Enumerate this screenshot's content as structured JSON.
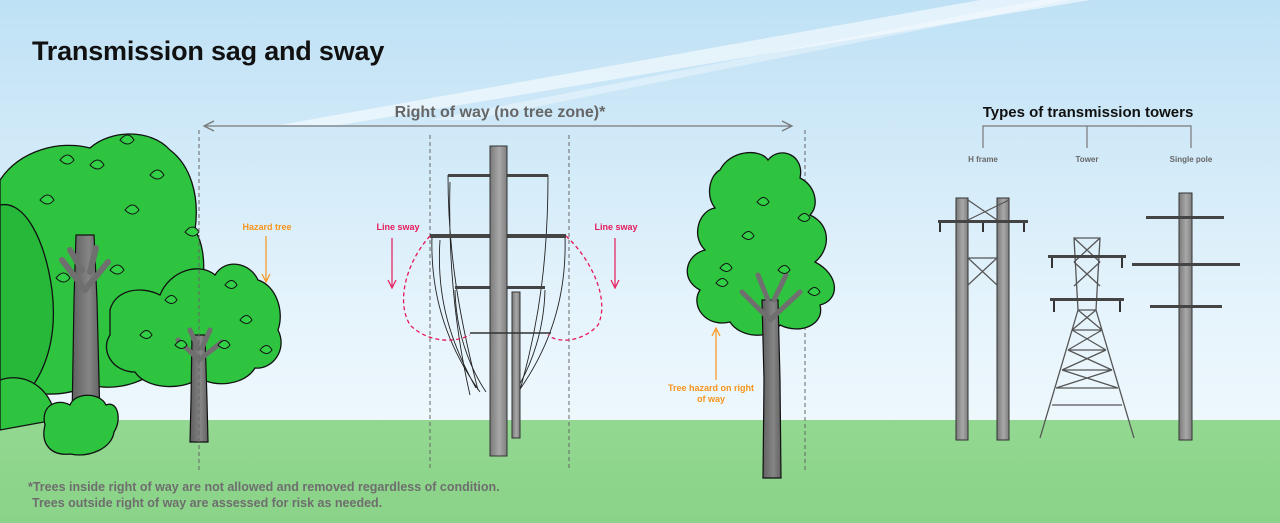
{
  "title": "Transmission sag and sway",
  "row_label": "Right of way (no tree zone)*",
  "labels": {
    "hazard_tree": "Hazard tree",
    "line_sway_left": "Line sway",
    "line_sway_right": "Line sway",
    "tree_hazard_on_row": "Tree hazard on right of way"
  },
  "towers": {
    "title": "Types of transmission towers",
    "types": [
      "H frame",
      "Tower",
      "Single pole"
    ]
  },
  "footnote": {
    "line1": "*Trees inside right of way are not allowed and removed regardless of condition.",
    "line2": "Trees outside right of way are assessed for risk as needed."
  },
  "colors": {
    "sky_top": "#c6e4f6",
    "sky_bottom": "#eaf6fd",
    "grass": "#8fd68e",
    "foliage": "#2ec43f",
    "foliage_dark": "#12a52a",
    "trunk": "#6f6f6f",
    "hazard": "#f7941d",
    "sway": "#e6195a",
    "pole": "#8c8c8c"
  }
}
